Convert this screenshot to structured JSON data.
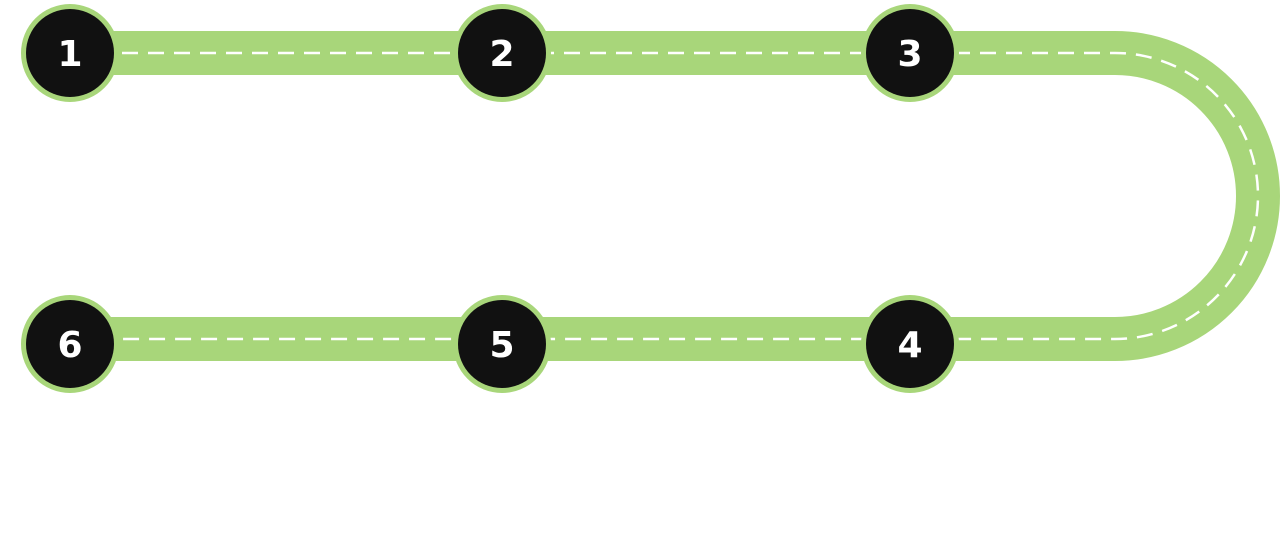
{
  "colors": {
    "road": "#a8d67a",
    "dash": "#ffffff",
    "node_fill": "#111111",
    "node_ring": "#a8d67a",
    "number": "#ffffff"
  },
  "steps": [
    {
      "label": "1"
    },
    {
      "label": "2"
    },
    {
      "label": "3"
    },
    {
      "label": "4"
    },
    {
      "label": "5"
    },
    {
      "label": "6"
    }
  ]
}
